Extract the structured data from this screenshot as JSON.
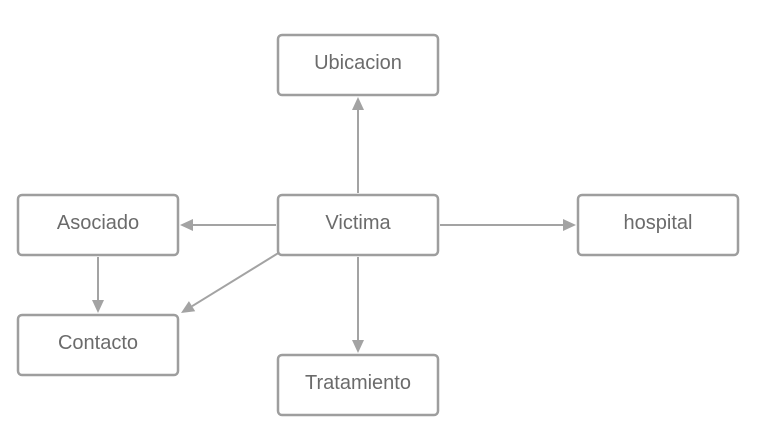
{
  "nodes": {
    "ubicacion": "Ubicacion",
    "victima": "Victima",
    "asociado": "Asociado",
    "hospital": "hospital",
    "contacto": "Contacto",
    "tratamiento": "Tratamiento"
  },
  "edges": [
    {
      "from": "victima",
      "to": "ubicacion"
    },
    {
      "from": "victima",
      "to": "asociado"
    },
    {
      "from": "victima",
      "to": "hospital"
    },
    {
      "from": "victima",
      "to": "contacto"
    },
    {
      "from": "victima",
      "to": "tratamiento"
    },
    {
      "from": "asociado",
      "to": "contacto"
    }
  ],
  "colors": {
    "node_border": "#9e9e9e",
    "text": "#6b6b6b",
    "edge": "#a3a3a3",
    "background": "#ffffff"
  }
}
